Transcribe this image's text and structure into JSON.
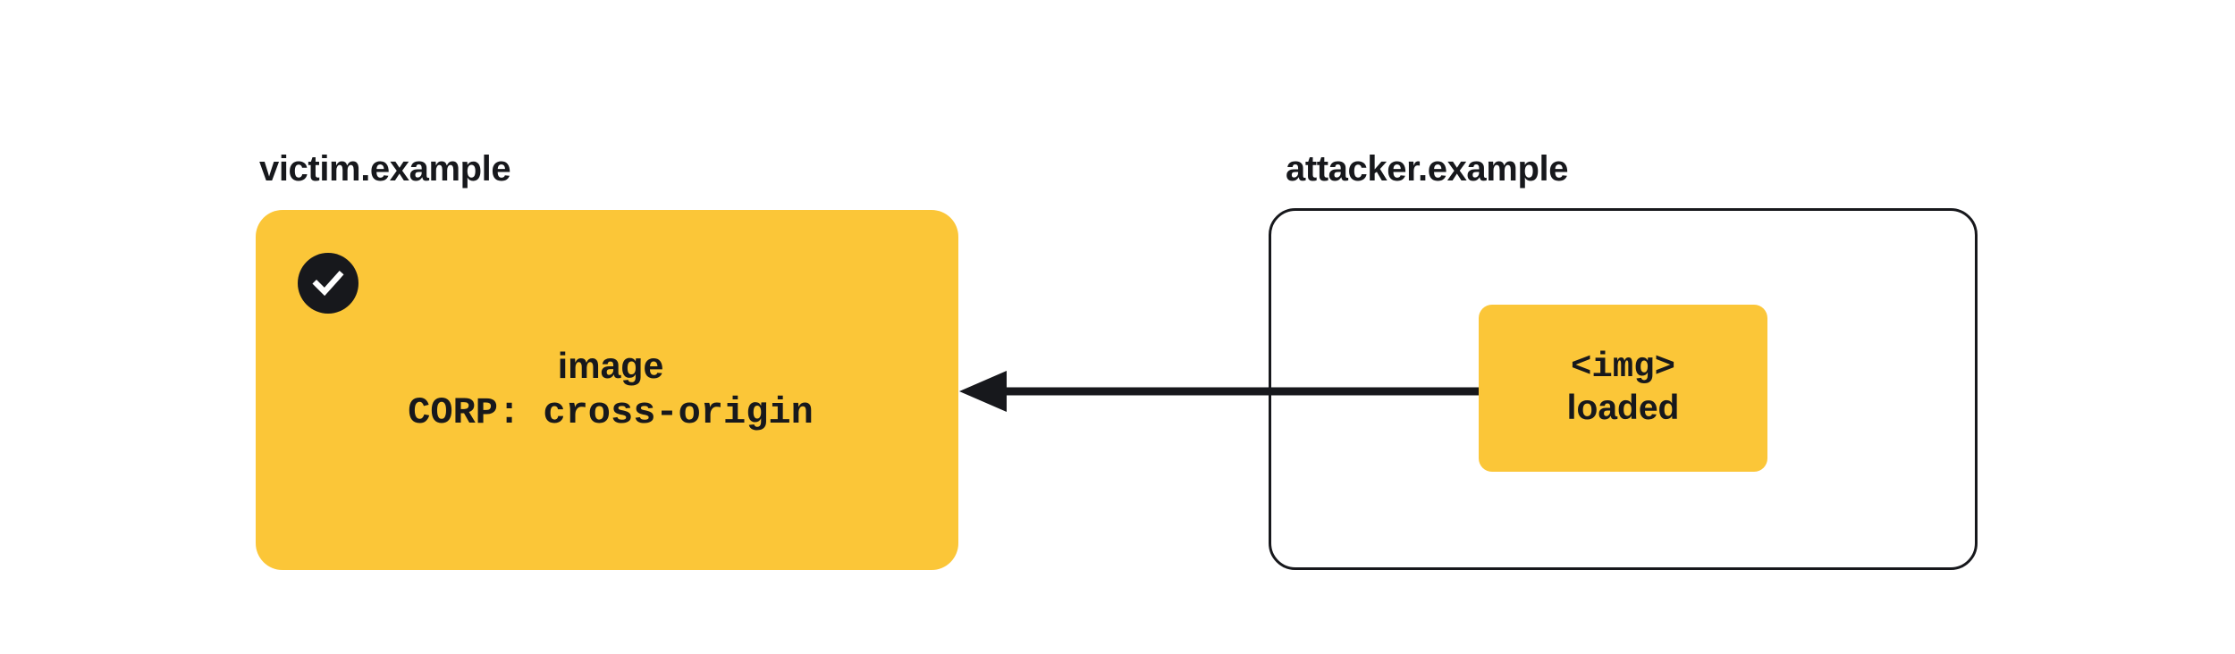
{
  "diagram": {
    "title": "CORP cross-origin image blocked illustration",
    "colors": {
      "accent_yellow": "#fbc638",
      "ink": "#17181c",
      "background": "#ffffff",
      "badge_glyph": "#ffffff"
    }
  },
  "victim": {
    "label": "victim.example",
    "badge_icon": "check-circle-icon",
    "resource_title": "image",
    "resource_header": "CORP: cross-origin"
  },
  "attacker": {
    "label": "attacker.example",
    "node": {
      "tag": "<img>",
      "state": "loaded"
    }
  },
  "arrow": {
    "name": "request-arrow",
    "direction": "right-to-left",
    "from": "attacker.example <img>",
    "to": "victim.example image"
  }
}
